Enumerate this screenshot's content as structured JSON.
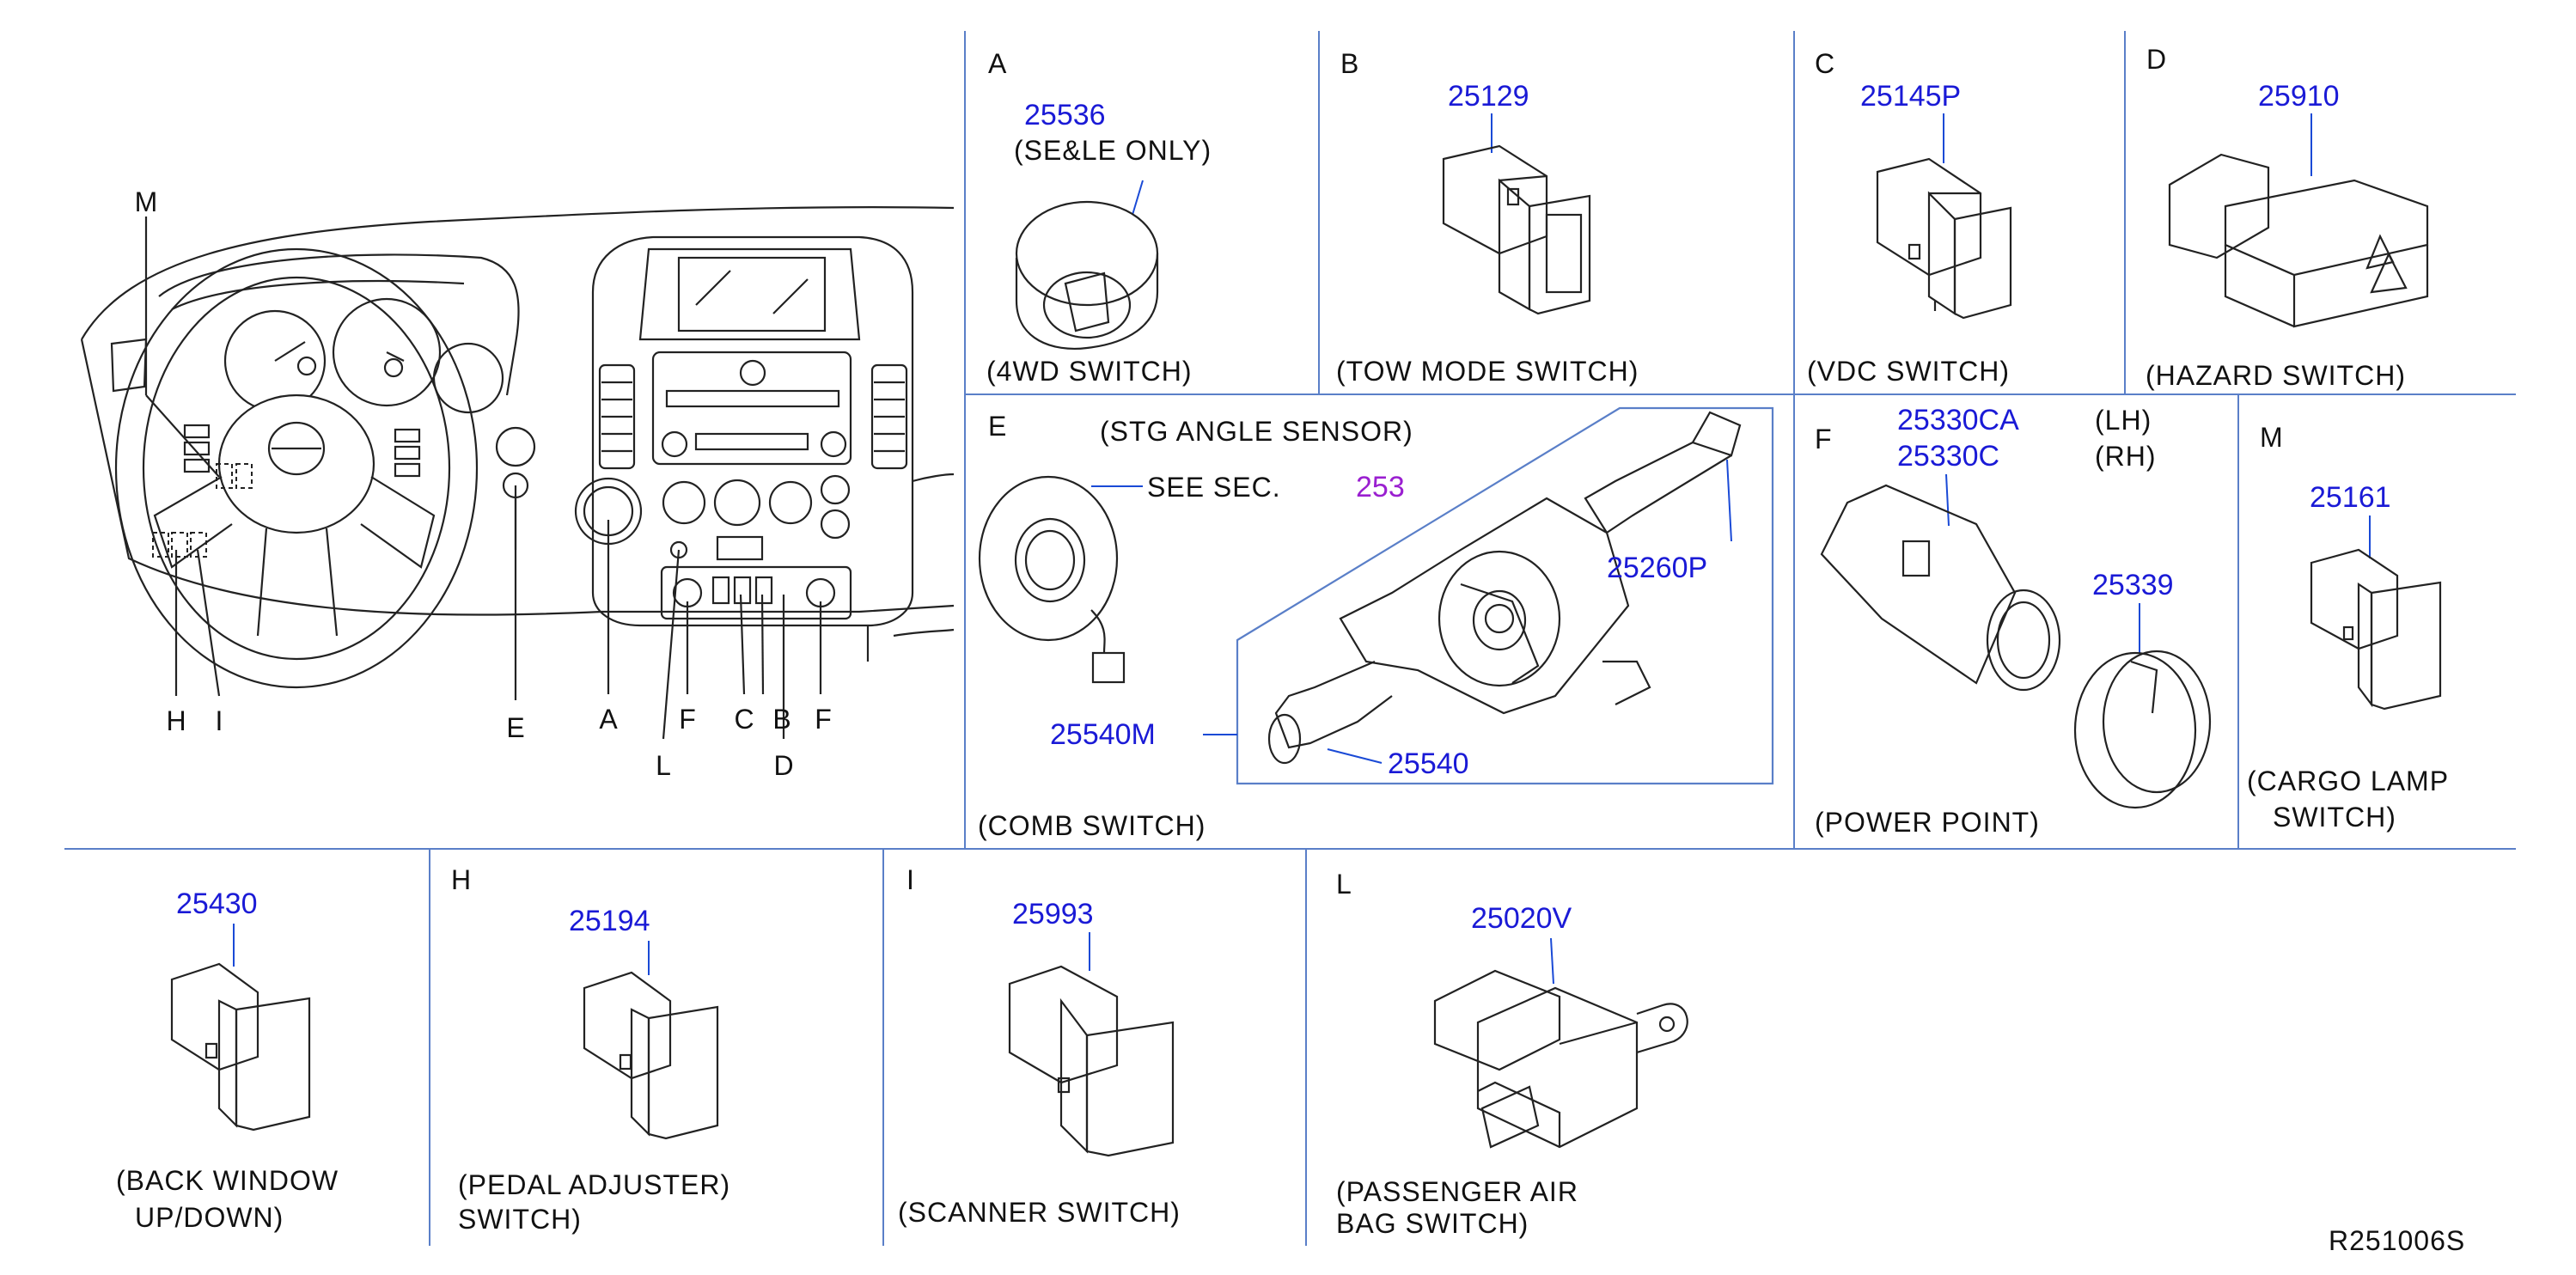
{
  "diagram_code": "R251006S",
  "overview": {
    "callouts": [
      "M",
      "H",
      "I",
      "E",
      "A",
      "L",
      "F",
      "C",
      "B",
      "D",
      "F"
    ]
  },
  "panels": {
    "A": {
      "letter": "A",
      "part": "25536",
      "note": "(SE&LE  ONLY)",
      "caption": "(4WD  SWITCH)"
    },
    "B": {
      "letter": "B",
      "part": "25129",
      "caption": "(TOW  MODE  SWITCH)"
    },
    "C": {
      "letter": "C",
      "part": "25145P",
      "caption": "(VDC  SWITCH)"
    },
    "D": {
      "letter": "D",
      "part": "25910",
      "caption": "(HAZARD  SWITCH)"
    },
    "E": {
      "letter": "E",
      "sensor_label": "(STG  ANGLE  SENSOR)",
      "see_sec": "SEE  SEC.",
      "see_sec_ref": "253",
      "parts": [
        "25260P",
        "25540M",
        "25540"
      ],
      "caption": "(COMB  SWITCH)"
    },
    "F": {
      "letter": "F",
      "part_lh": "25330CA",
      "part_rh": "25330C",
      "lh": "(LH)",
      "rh": "(RH)",
      "part_cap": "25339",
      "caption": "(POWER  POINT)"
    },
    "M": {
      "letter": "M",
      "part": "25161",
      "caption_1": "(CARGO  LAMP",
      "caption_2": "SWITCH)"
    },
    "G": {
      "part": "25430",
      "caption_1": "(BACK  WINDOW",
      "caption_2": "UP/DOWN)"
    },
    "H": {
      "letter": "H",
      "part": "25194",
      "caption_1": "(PEDAL  ADJUSTER)",
      "caption_2": "SWITCH)"
    },
    "I": {
      "letter": "I",
      "part": "25993",
      "caption": "(SCANNER  SWITCH)"
    },
    "L": {
      "letter": "L",
      "part": "25020V",
      "caption_1": "(PASSENGER  AIR",
      "caption_2": "BAG  SWITCH)"
    }
  },
  "colors": {
    "part_number": "#1a1ad6",
    "section_ref": "#9a1fd0",
    "grid_lines": "#5a7fc8",
    "line_art": "#222222"
  }
}
